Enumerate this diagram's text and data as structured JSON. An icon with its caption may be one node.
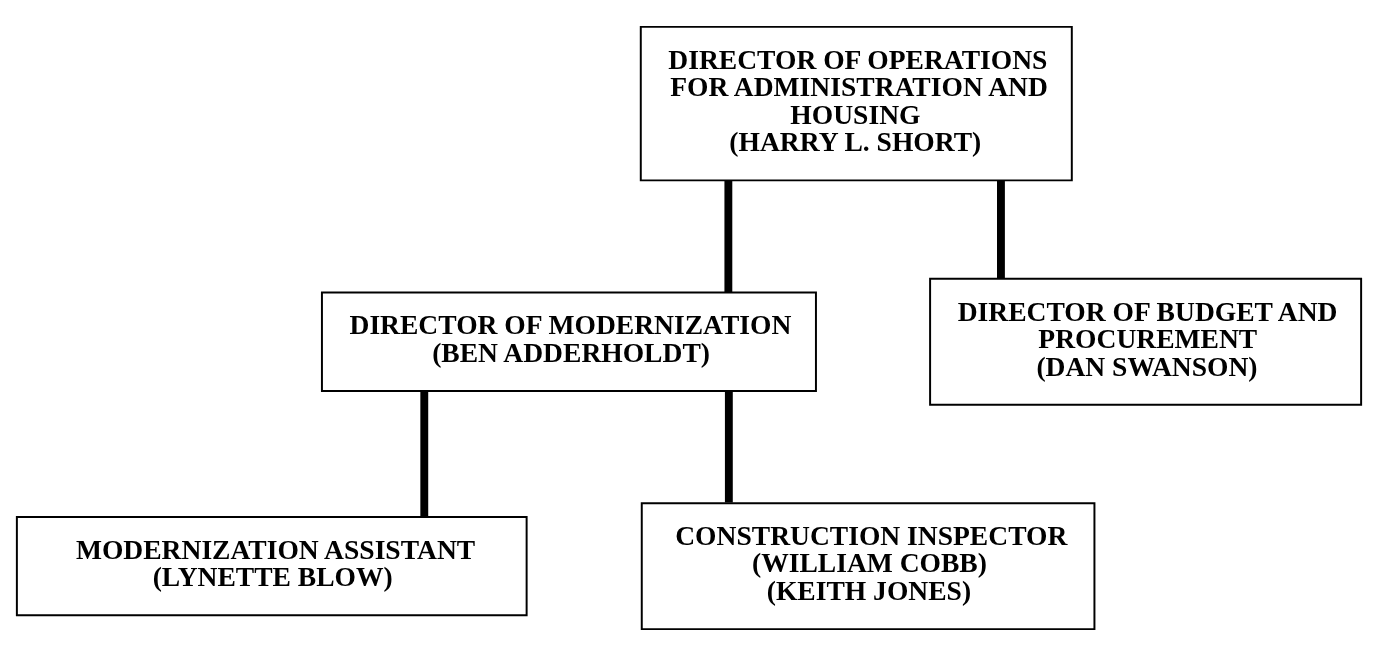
{
  "diagram": {
    "nodes": [
      {
        "text": [
          "DIRECTOR OF OPERATIONS FOR ADMINISTRATION AND HOUSING",
          "(HARRY L. SHORT)"
        ]
      },
      {
        "text": [
          "DIRECTOR OF BUDGET AND PROCUREMENT",
          "(DAN SWANSON)"
        ]
      },
      {
        "text": [
          "DIRECTOR OF MODERNIZATION",
          "(BEN ADDERHOLDT)"
        ]
      },
      {
        "text": [
          "MODERNIZATION ASSISTANT",
          "(LYNETTE BLOW)"
        ]
      },
      {
        "text": [
          "CONSTRUCTION INSPECTOR",
          "(WILLIAM COBB)",
          "(KEITH JONES)"
        ]
      }
    ],
    "edges": [
      {
        "from": 0,
        "to": 2,
        "arrow": "none"
      },
      {
        "from": 0,
        "to": 1,
        "arrow": "none"
      },
      {
        "from": 2,
        "to": 3,
        "arrow": "none"
      },
      {
        "from": 2,
        "to": 4,
        "arrow": "none"
      }
    ]
  }
}
